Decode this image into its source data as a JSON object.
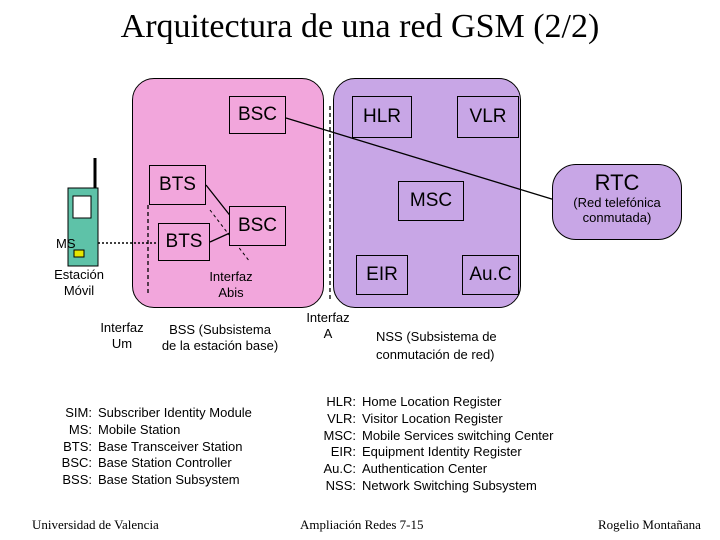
{
  "title": "Arquitectura de una red GSM (2/2)",
  "nodes": {
    "bsc_top": "BSC",
    "hlr": "HLR",
    "vlr": "VLR",
    "bts_1": "BTS",
    "bts_2": "BTS",
    "bsc_mid": "BSC",
    "msc": "MSC",
    "eir": "EIR",
    "auc": "Au.C",
    "rtc_title": "RTC",
    "rtc_sub_1": "(Red telefónica",
    "rtc_sub_2": "conmutada)",
    "ms": "MS"
  },
  "labels": {
    "estacion_1": "Estación",
    "estacion_2": "Móvil",
    "abis_1": "Interfaz",
    "abis_2": "Abis",
    "um_1": "Interfaz",
    "um_2": "Um",
    "bss_1": "BSS (Subsistema",
    "bss_2": "de la estación base)",
    "a_1": "Interfaz",
    "a_2": "A",
    "nss_1": "NSS (Subsistema de",
    "nss_2": "conmutación de red)"
  },
  "legend_left": [
    {
      "abbr": "SIM:",
      "text": "Subscriber Identity Module"
    },
    {
      "abbr": "MS:",
      "text": "Mobile Station"
    },
    {
      "abbr": "BTS:",
      "text": "Base Transceiver Station"
    },
    {
      "abbr": "BSC:",
      "text": "Base Station Controller"
    },
    {
      "abbr": "BSS:",
      "text": "Base Station Subsystem"
    }
  ],
  "legend_right": [
    {
      "abbr": "HLR:",
      "text": "Home Location Register"
    },
    {
      "abbr": "VLR:",
      "text": "Visitor Location Register"
    },
    {
      "abbr": "MSC:",
      "text": "Mobile Services switching Center"
    },
    {
      "abbr": "EIR:",
      "text": "Equipment Identity Register"
    },
    {
      "abbr": "Au.C:",
      "text": "Authentication Center"
    },
    {
      "abbr": "NSS:",
      "text": "Network Switching Subsystem"
    }
  ],
  "footer": {
    "left": "Universidad de Valencia",
    "center": "Ampliación Redes 7-15",
    "right": "Rogelio Montañana"
  },
  "colors": {
    "bss_region": "#f2a6dc",
    "nss_region": "#c8a6e6",
    "phone": "#5ec2a8",
    "phone_indicator": "#e6e600"
  }
}
